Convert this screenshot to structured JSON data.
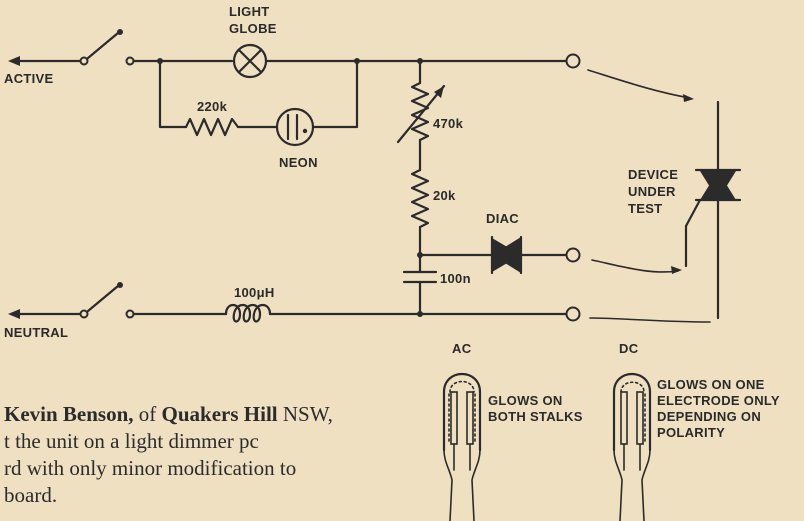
{
  "labels": {
    "light_globe_line1": "LIGHT",
    "light_globe_line2": "GLOBE",
    "active": "ACTIVE",
    "neutral": "NEUTRAL",
    "r220k": "220k",
    "neon": "NEON",
    "r470k": "470k",
    "r20k": "20k",
    "diac": "DIAC",
    "c100n": "100n",
    "l100uh": "100μH",
    "device_line1": "DEVICE",
    "device_line2": "UNDER",
    "device_line3": "TEST",
    "ac": "AC",
    "dc": "DC",
    "ac_note_line1": "GLOWS ON",
    "ac_note_line2": "BOTH STALKS",
    "dc_note_line1": "GLOWS ON ONE",
    "dc_note_line2": "ELECTRODE ONLY",
    "dc_note_line3": "DEPENDING ON",
    "dc_note_line4": "POLARITY"
  },
  "caption": {
    "line1_name": "Kevin Benson,",
    "line1_mid": " of ",
    "line1_place": "Quakers Hill",
    "line1_end": " NSW,",
    "line2": "t the unit on a light dimmer pc",
    "line3": "rd with only minor modification to",
    "line4": "board."
  }
}
